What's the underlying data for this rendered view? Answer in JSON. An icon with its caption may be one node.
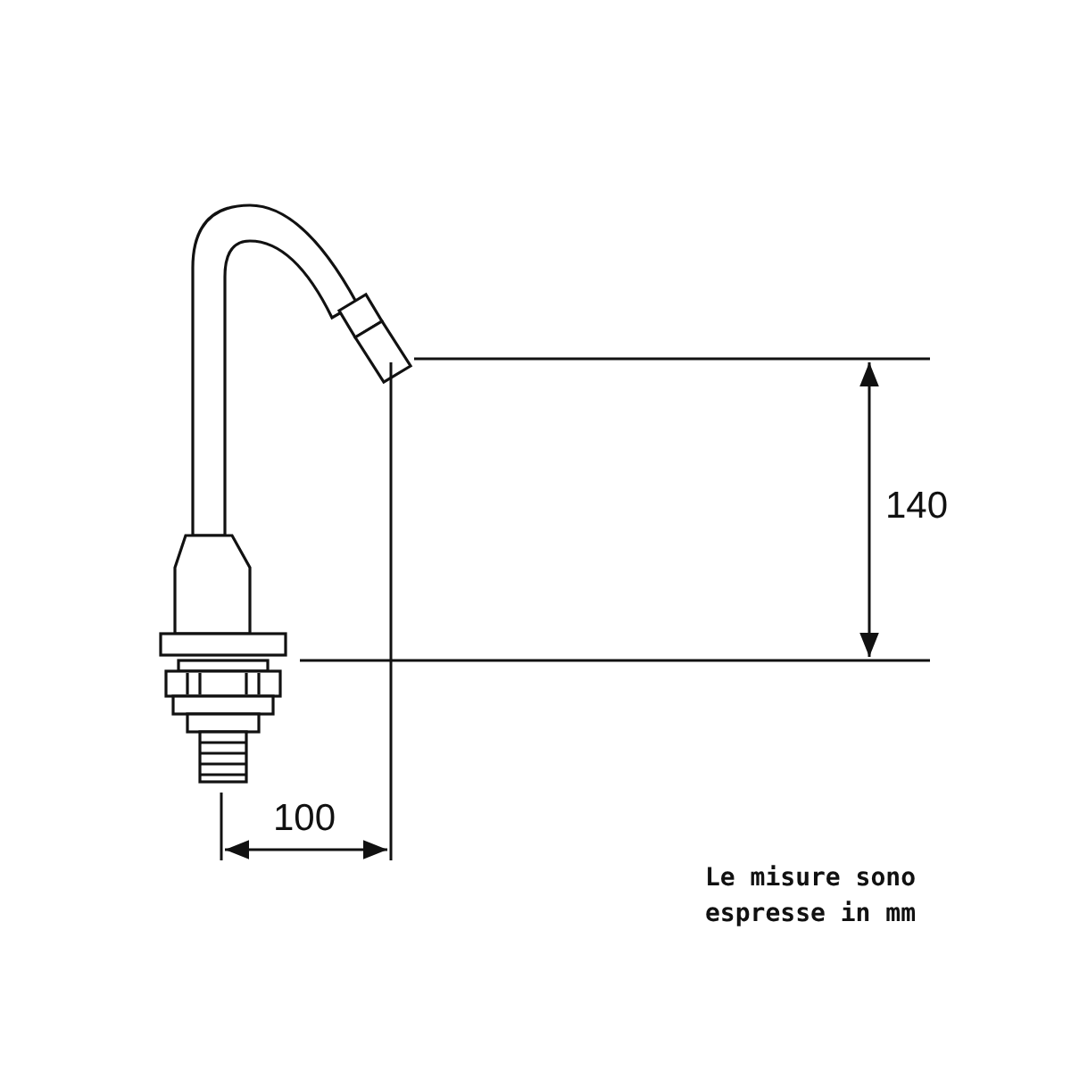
{
  "diagram": {
    "labels": [
      "140",
      "100",
      "Le misure sono espresse in mm"
    ]
  }
}
